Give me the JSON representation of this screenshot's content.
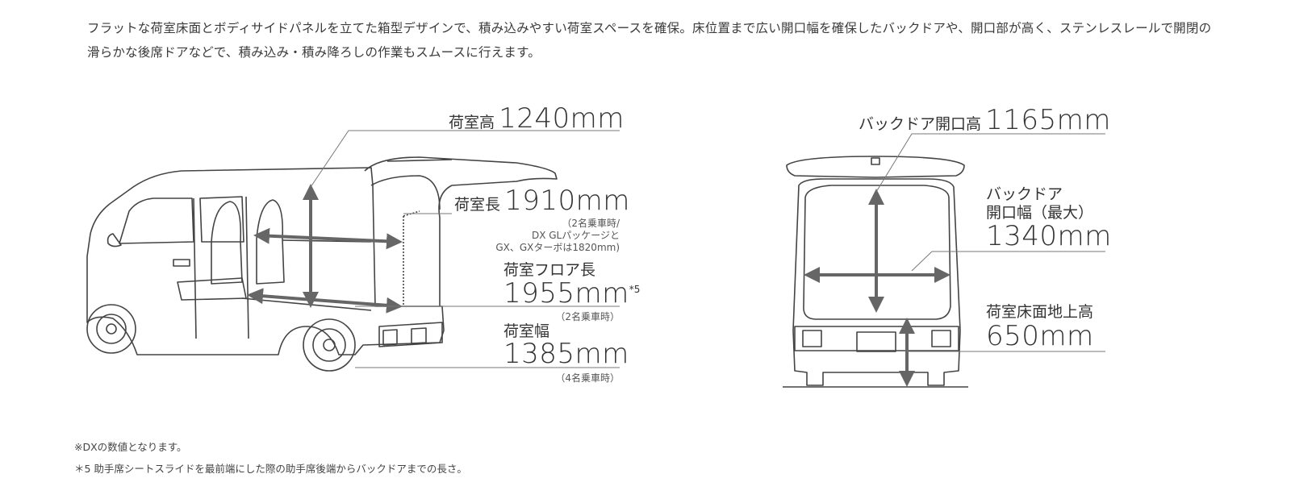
{
  "intro_text": "フラットな荷室床面とボディサイドパネルを立てた箱型デザインで、積み込みやすい荷室スペースを確保。床位置まで広い開口幅を確保したバックドアや、開口部が高く、ステンレスレールで開閉の滑らかな後席ドアなどで、積み込み・積み降ろしの作業もスムースに行えます。",
  "side_view": {
    "height": {
      "label": "荷室高",
      "value": "1240mm"
    },
    "length": {
      "label": "荷室長",
      "value": "1910mm",
      "note_lines": [
        "（2名乗車時/",
        "DX GLパッケージと",
        "GX、GXターボは1820mm)"
      ]
    },
    "floor_length": {
      "label": "荷室フロア長",
      "value": "1955mm",
      "mark": "*5",
      "note": "（2名乗車時）"
    },
    "width": {
      "label": "荷室幅",
      "value": "1385mm",
      "note": "（4名乗車時）"
    }
  },
  "rear_view": {
    "door_height": {
      "label": "バックドア開口高",
      "value": "1165mm"
    },
    "door_width": {
      "label_lines": [
        "バックドア",
        "開口幅（最大）"
      ],
      "value": "1340mm"
    },
    "floor_height": {
      "label": "荷室床面地上高",
      "value": "650mm"
    }
  },
  "footnotes": [
    "※DXの数値となります。",
    "＊5 助手席シートスライドを最前端にした際の助手席後端からバックドアまでの長さ。"
  ],
  "colors": {
    "line": "#555555",
    "arrow": "#666666"
  }
}
